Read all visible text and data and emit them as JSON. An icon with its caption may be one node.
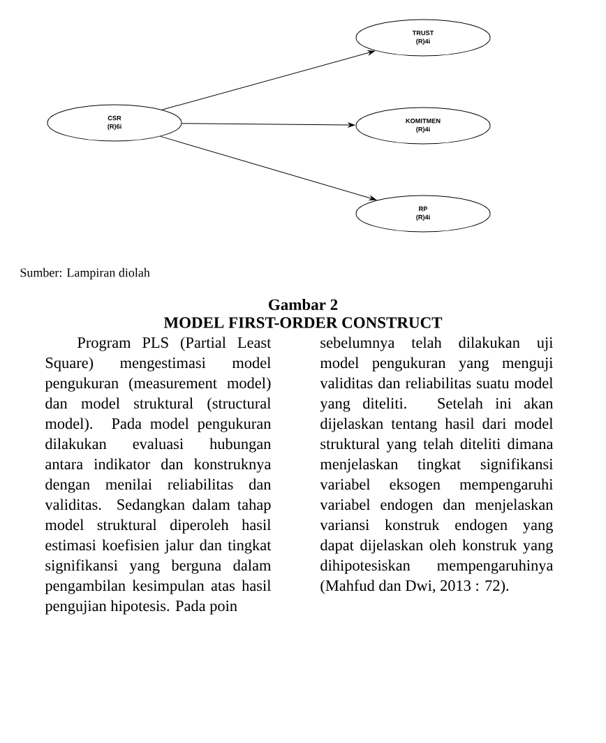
{
  "diagram": {
    "nodes": [
      {
        "text": [
          "CSR",
          "(R)6i"
        ]
      },
      {
        "text": [
          "TRUST",
          "(R)4i"
        ]
      },
      {
        "text": [
          "KOMITMEN",
          "(R)4i"
        ]
      },
      {
        "text": [
          "RP",
          "(R)4i"
        ]
      }
    ],
    "edges": [
      {
        "from": 0,
        "to": 1,
        "arrow": "to"
      },
      {
        "from": 0,
        "to": 2,
        "arrow": "to"
      },
      {
        "from": 0,
        "to": 3,
        "arrow": "to"
      }
    ],
    "labels": [
      "Sumber: Lampiran diolah",
      "Gambar 2",
      "MODEL FIRST-ORDER CONSTRUCT",
      "Program PLS (Partial Least Square) mengestimasi model pengukuran (measurement model) dan model struktural (structural model). Pada model pengukuran dilakukan evaluasi hubungan antara indikator dan konstruknya dengan menilai reliabilitas dan validitas. Sedangkan dalam tahap model struktural diperoleh hasil estimasi koefisien jalur dan tingkat signifikansi yang berguna dalam pengambilan kesimpulan atas hasil pengujian hipotesis. Pada poin",
      "sebelumnya telah dilakukan uji model pengukuran yang menguji validitas dan reliabilitas suatu model yang diteliti. Setelah ini akan dijelaskan tentang hasil dari model struktural yang telah diteliti dimana menjelaskan tingkat signifikansi variabel eksogen mempengaruhi variabel endogen dan menjelaskan variansi konstruk endogen yang dapat dijelaskan oleh konstruk yang dihipotesiskan mempengaruhinya (Mahfud dan Dwi, 2013 : 72)."
    ]
  }
}
